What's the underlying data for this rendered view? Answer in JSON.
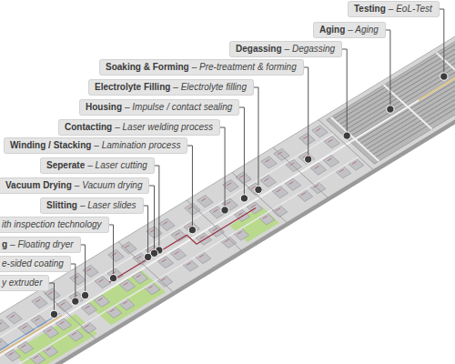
{
  "diagram": {
    "nodes": [
      {
        "text": [
          "Testing",
          "– EoL-Test"
        ]
      },
      {
        "text": [
          "Aging",
          "– Aging"
        ]
      },
      {
        "text": [
          "Degassing",
          "– Degassing"
        ]
      },
      {
        "text": [
          "Soaking & Forming",
          "– Pre-treatment & forming"
        ]
      },
      {
        "text": [
          "Electrolyte Filling",
          "– Electrolyte filling"
        ]
      },
      {
        "text": [
          "Housing",
          "– Impulse / contact sealing"
        ]
      },
      {
        "text": [
          "Contacting",
          "– Laser welding process"
        ]
      },
      {
        "text": [
          "Winding / Stacking",
          "– Lamination process"
        ]
      },
      {
        "text": [
          "Seperate",
          "– Laser cutting"
        ]
      },
      {
        "text": [
          "Vacuum Drying",
          "– Vacuum drying"
        ]
      },
      {
        "text": [
          "Slitting",
          "– Laser slides"
        ]
      },
      {
        "text": [
          "ith inspection technology"
        ]
      },
      {
        "text": [
          "g",
          "– Floating dryer"
        ]
      },
      {
        "text": [
          "e-sided coating"
        ]
      },
      {
        "text": [
          "y extruder"
        ]
      }
    ]
  }
}
